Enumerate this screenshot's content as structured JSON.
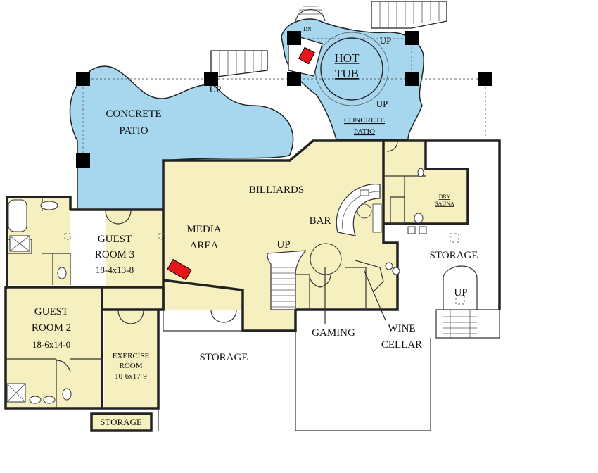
{
  "colors": {
    "floor": "#f6efbf",
    "patio": "#a7d6ef",
    "wall": "#222222",
    "fireplace": "#e8141c"
  },
  "labels": {
    "concrete_patio_left": [
      "CONCRETE",
      "PATIO"
    ],
    "hot_tub": [
      "HOT",
      "TUB"
    ],
    "concrete_patio_right": [
      "CONCRETE",
      "PATIO"
    ],
    "up_patio_left": "UP",
    "up_hot_tub": "UP",
    "up_hot_tub_top": "UP",
    "dn_stair": "DN",
    "billiards": "BILLIARDS",
    "bar": "BAR",
    "dry_sauna": [
      "DRY",
      "SAUNA"
    ],
    "storage_right": "STORAGE",
    "up_storage": "UP",
    "media_area": [
      "MEDIA",
      "AREA"
    ],
    "up_main_stair": "UP",
    "guest_room_3": [
      "GUEST",
      "ROOM 3",
      "18-4x13-8"
    ],
    "guest_room_2": [
      "GUEST",
      "ROOM 2",
      "18-6x14-0"
    ],
    "exercise_room": [
      "EXERCISE",
      "ROOM",
      "10-6x17-9"
    ],
    "storage_center": "STORAGE",
    "storage_bottom": "STORAGE",
    "gaming": "GAMING",
    "wine_cellar": [
      "WINE",
      "CELLAR"
    ]
  }
}
